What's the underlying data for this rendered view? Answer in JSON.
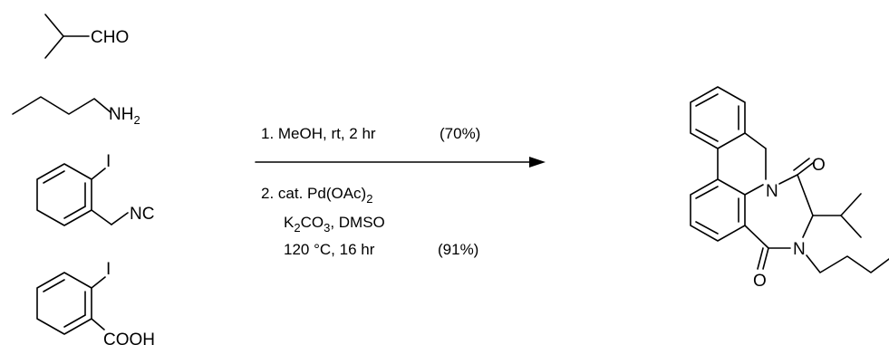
{
  "reagents": {
    "aldehyde": {
      "label": "CHO"
    },
    "amine": {
      "label": "NH",
      "sub": "2"
    },
    "isocyanide": {
      "iodo": "I",
      "label": "NC"
    },
    "acid": {
      "iodo": "I",
      "label": "COOH"
    }
  },
  "conditions": {
    "step1": {
      "text": "1. MeOH, rt, 2 hr",
      "yield": "(70%)"
    },
    "step2_line1": {
      "text": "2. cat. Pd(OAc)",
      "sub": "2"
    },
    "step2_line2": {
      "pre": "K",
      "sub": "2",
      "mid": "CO",
      "sub2": "3",
      "post": ", DMSO"
    },
    "step2_line3": {
      "text": "120 °C, 16 hr",
      "yield": "(91%)"
    }
  },
  "product": {
    "atoms": {
      "n1": "N",
      "n2": "N",
      "o1": "O",
      "o2": "O"
    }
  }
}
